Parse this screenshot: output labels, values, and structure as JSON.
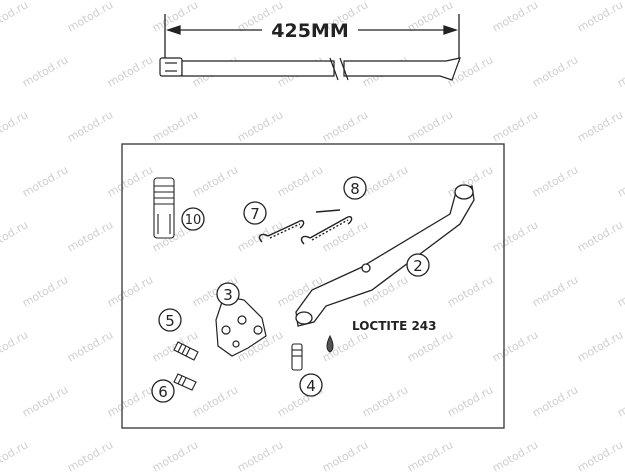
{
  "dimension": {
    "length_label": "425MM"
  },
  "callouts": {
    "c2": "2",
    "c3": "3",
    "c4": "4",
    "c5": "5",
    "c6": "6",
    "c7": "7",
    "c8": "8",
    "c10": "10"
  },
  "note": {
    "loctite": "LOCTITE 243"
  },
  "watermark": {
    "text": "motod.ru"
  },
  "colors": {
    "line": "#222222",
    "frame": "#333333",
    "watermark": "#cfcfcf"
  }
}
